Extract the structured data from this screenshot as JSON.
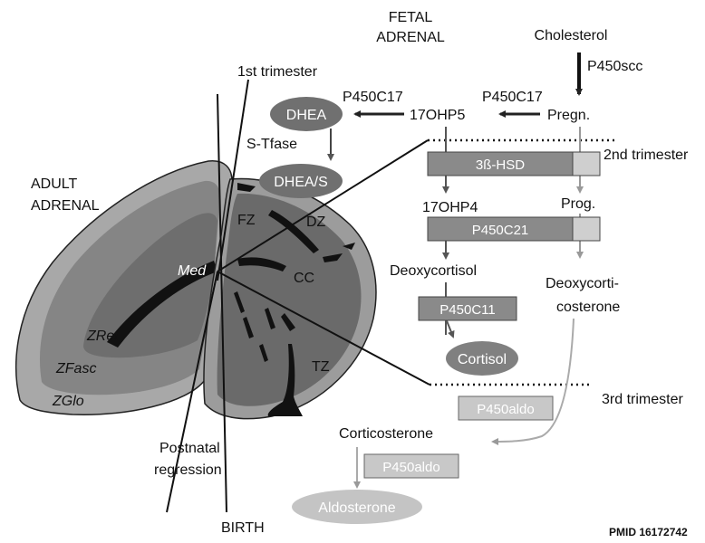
{
  "header": {
    "fetal_line1": "FETAL",
    "fetal_line2": "ADRENAL",
    "cholesterol": "Cholesterol",
    "p450scc": "P450scc",
    "first_trimester": "1st trimester"
  },
  "adult": {
    "title_line1": "ADULT",
    "title_line2": "ADRENAL",
    "med": "Med",
    "zret": "ZRet",
    "zfasc": "ZFasc",
    "zglo": "ZGlo"
  },
  "fetal_zones": {
    "fz": "FZ",
    "dz": "DZ",
    "cc": "CC",
    "tz": "TZ"
  },
  "pathway": {
    "p450c17_left": "P450C17",
    "p450c17_right": "P450C17",
    "dhea": "DHEA",
    "s_tfase": "S-Tfase",
    "dhea_s": "DHEA/S",
    "ohp5": "17OHP5",
    "pregn": "Pregn.",
    "second_trimester": "2nd trimester",
    "hsd": "3ß-HSD",
    "ohp4": "17OHP4",
    "prog": "Prog.",
    "p450c21": "P450C21",
    "deoxycortisol": "Deoxycortisol",
    "deoxycorti_line1": "Deoxycorti-",
    "deoxycorti_line2": "costerone",
    "p450c11": "P450C11",
    "cortisol": "Cortisol",
    "third_trimester": "3rd trimester",
    "p450aldo_top": "P450aldo",
    "corticosterone": "Corticosterone",
    "p450aldo_bottom": "P450aldo",
    "aldosterone": "Aldosterone"
  },
  "footer": {
    "postnatal_line1": "Postnatal",
    "postnatal_line2": "regression",
    "birth": "BIRTH",
    "pmid": "PMID 16172742"
  }
}
